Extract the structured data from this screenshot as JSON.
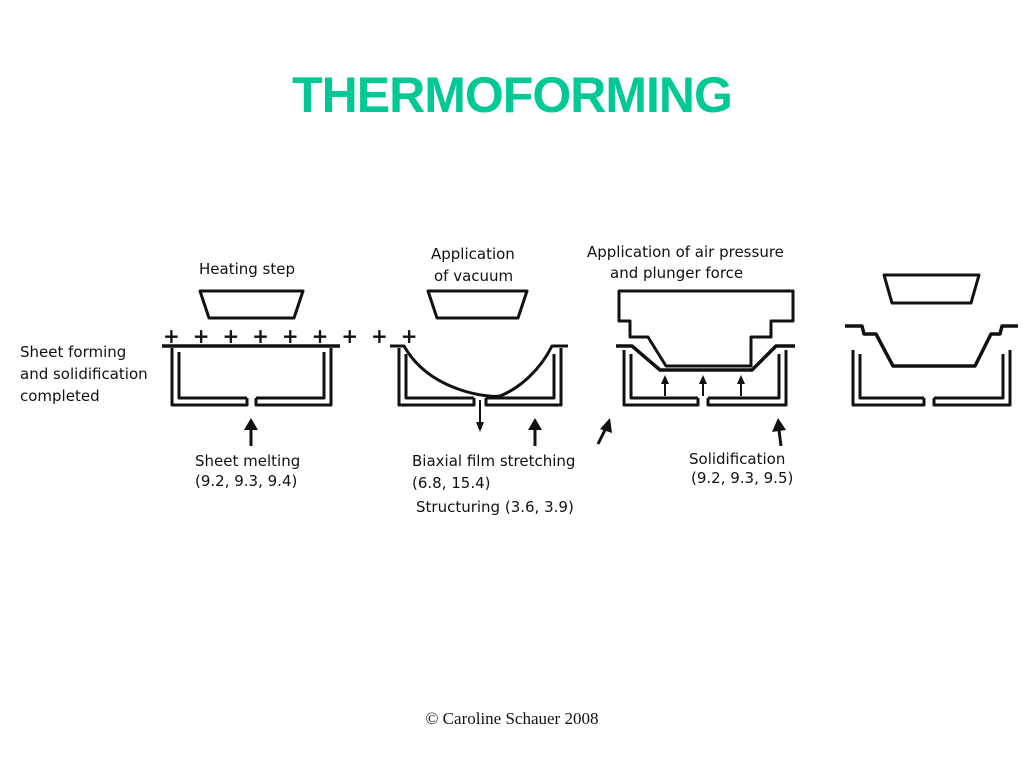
{
  "slide": {
    "title": "THERMOFORMING",
    "footer": "© Caroline Schauer 2008"
  },
  "labels": {
    "heating_step": "Heating step",
    "sheet_forming_line1": "Sheet  forming",
    "sheet_forming_line2": "and solidification",
    "sheet_forming_line3": "completed",
    "sheet_melting_line1": "Sheet  melting",
    "sheet_melting_line2": "(9.2,  9.3,  9.4)",
    "vacuum_line1": "Application",
    "vacuum_line2": "of  vacuum",
    "biaxial_line1": "Biaxial  film  stretching",
    "biaxial_line2": "(6.8,   15.4)",
    "structuring": "Structuring  (3.6,  3.9)",
    "air_pressure_line1": "Application  of  air  pressure",
    "air_pressure_line2": "and  plunger  force",
    "solidification_line1": "Solidification",
    "solidification_line2": "(9.2,  9.3,  9.5)",
    "heater_marks": "+ + + + + + + + +"
  },
  "colors": {
    "title": "#00c996",
    "ink": "#111111"
  }
}
